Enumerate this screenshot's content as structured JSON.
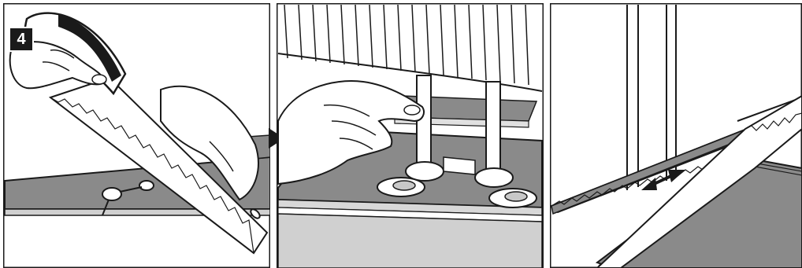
{
  "step": {
    "number": "4"
  },
  "colors": {
    "line": "#1a1a1a",
    "floor_gray": "#8a8a8a",
    "light_gray": "#c8c8c8",
    "skin": "#ffffff"
  },
  "panels": [
    {
      "name": "saw-cutting-pipe-holes",
      "icons": [
        "hand-icon",
        "handsaw-icon",
        "floor-board-icon"
      ]
    },
    {
      "name": "fitting-board-around-pipes",
      "icons": [
        "hand-icon",
        "radiator-icon",
        "pipe-icon",
        "pipe-collar-icon"
      ]
    },
    {
      "name": "sawing-door-frame",
      "icons": [
        "saw-blade-icon",
        "double-arrow-icon",
        "door-frame-icon",
        "floor-board-icon"
      ]
    }
  ]
}
